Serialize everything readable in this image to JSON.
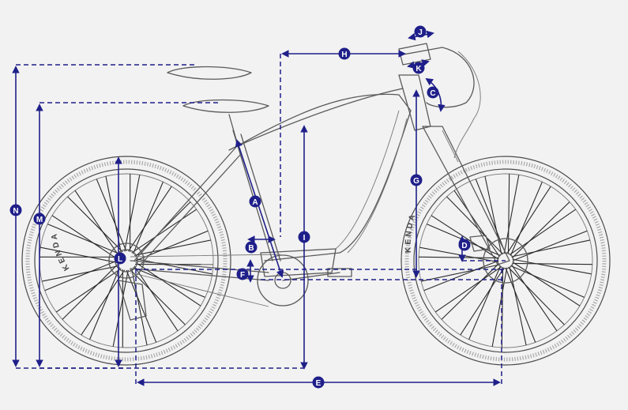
{
  "labels": {
    "a": "A",
    "b": "B",
    "c": "C",
    "d": "D",
    "e": "E",
    "f": "F",
    "g": "G",
    "h": "H",
    "i": "I",
    "j": "J",
    "k": "K",
    "l": "L",
    "m": "M",
    "n": "N"
  },
  "tyre_brand": "KENDA",
  "colors": {
    "dimension": "#1f1f8a",
    "frame": "#5a5a5a",
    "background": "#f2f2f2"
  }
}
